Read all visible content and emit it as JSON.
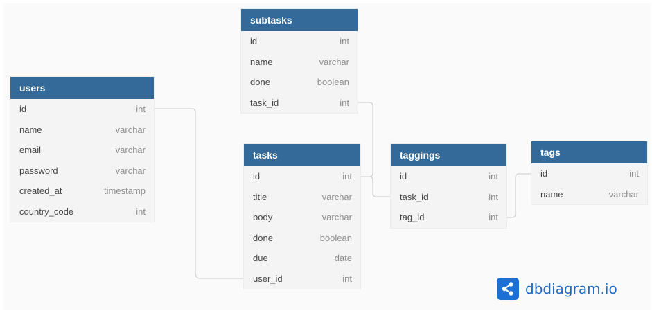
{
  "tables": {
    "subtasks": {
      "name": "subtasks",
      "fields": [
        {
          "name": "id",
          "type": "int"
        },
        {
          "name": "name",
          "type": "varchar"
        },
        {
          "name": "done",
          "type": "boolean"
        },
        {
          "name": "task_id",
          "type": "int"
        }
      ]
    },
    "users": {
      "name": "users",
      "fields": [
        {
          "name": "id",
          "type": "int"
        },
        {
          "name": "name",
          "type": "varchar"
        },
        {
          "name": "email",
          "type": "varchar"
        },
        {
          "name": "password",
          "type": "varchar"
        },
        {
          "name": "created_at",
          "type": "timestamp"
        },
        {
          "name": "country_code",
          "type": "int"
        }
      ]
    },
    "tasks": {
      "name": "tasks",
      "fields": [
        {
          "name": "id",
          "type": "int"
        },
        {
          "name": "title",
          "type": "varchar"
        },
        {
          "name": "body",
          "type": "varchar"
        },
        {
          "name": "done",
          "type": "boolean"
        },
        {
          "name": "due",
          "type": "date"
        },
        {
          "name": "user_id",
          "type": "int"
        }
      ]
    },
    "taggings": {
      "name": "taggings",
      "fields": [
        {
          "name": "id",
          "type": "int"
        },
        {
          "name": "task_id",
          "type": "int"
        },
        {
          "name": "tag_id",
          "type": "int"
        }
      ]
    },
    "tags": {
      "name": "tags",
      "fields": [
        {
          "name": "id",
          "type": "int"
        },
        {
          "name": "name",
          "type": "varchar"
        }
      ]
    }
  },
  "relationships": [
    {
      "from": "users.id",
      "to": "tasks.user_id"
    },
    {
      "from": "subtasks.task_id",
      "to": "tasks.id"
    },
    {
      "from": "tasks.id",
      "to": "taggings.task_id"
    },
    {
      "from": "taggings.tag_id",
      "to": "tags.id"
    }
  ],
  "colors": {
    "header": "#336a9a",
    "header_text": "#ffffff",
    "body": "#f4f4f4",
    "connector": "#c9c9c9",
    "brand": "#1c70d4"
  },
  "brand": {
    "text": "dbdiagram.io",
    "icon": "share-icon"
  }
}
